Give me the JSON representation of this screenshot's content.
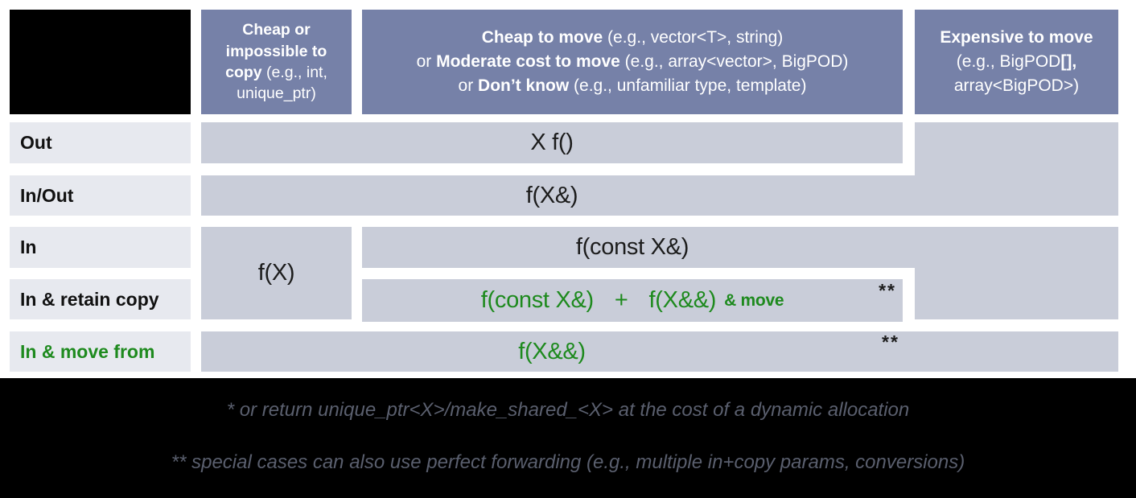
{
  "columns": {
    "cheap_copy": {
      "bold": "Cheap or impossible to copy",
      "rest": " (e.g., int, unique_ptr)"
    },
    "cheap_move": {
      "line1_bold": "Cheap to move",
      "line1_rest": " (e.g., vector<T>, string)",
      "line2_pre": "or ",
      "line2_bold": "Moderate cost to move",
      "line2_rest": " (e.g., array<vector>, BigPOD)",
      "line3_pre": "or ",
      "line3_bold": "Don’t know",
      "line3_rest": " (e.g., unfamiliar type, template)"
    },
    "expensive_move": {
      "line1_bold": "Expensive to move",
      "line2_pre": "(e.g., BigPOD",
      "line2_bold": "[],",
      "line3": "array<BigPOD>)"
    }
  },
  "rows": {
    "out": "Out",
    "inout": "In/Out",
    "in": "In",
    "retain": "In & retain copy",
    "movefrom": "In & move from"
  },
  "cells": {
    "out": "X f()",
    "inout": "f(X&)",
    "in_cheap": "f(X)",
    "in": "f(const X&)",
    "retain_a": "f(const X&)",
    "retain_plus": "+",
    "retain_b": "f(X&&)",
    "retain_suffix": "& move",
    "retain_marker": "**",
    "movefrom": "f(X&&)",
    "movefrom_marker": "**"
  },
  "footnotes": {
    "first": "* or return unique_ptr<X>/make_shared_<X> at the cost of a dynamic allocation",
    "second": "** special cases can also use perfect forwarding (e.g., multiple in+copy params, conversions)"
  },
  "colors": {
    "header_bg": "#7681a8",
    "cell_bg": "#c9cdd9",
    "label_bg": "#e7e9ef",
    "green": "#1e8a1e",
    "footnote_text": "#5a5f6e",
    "cell_text": "#1c1c1c"
  }
}
